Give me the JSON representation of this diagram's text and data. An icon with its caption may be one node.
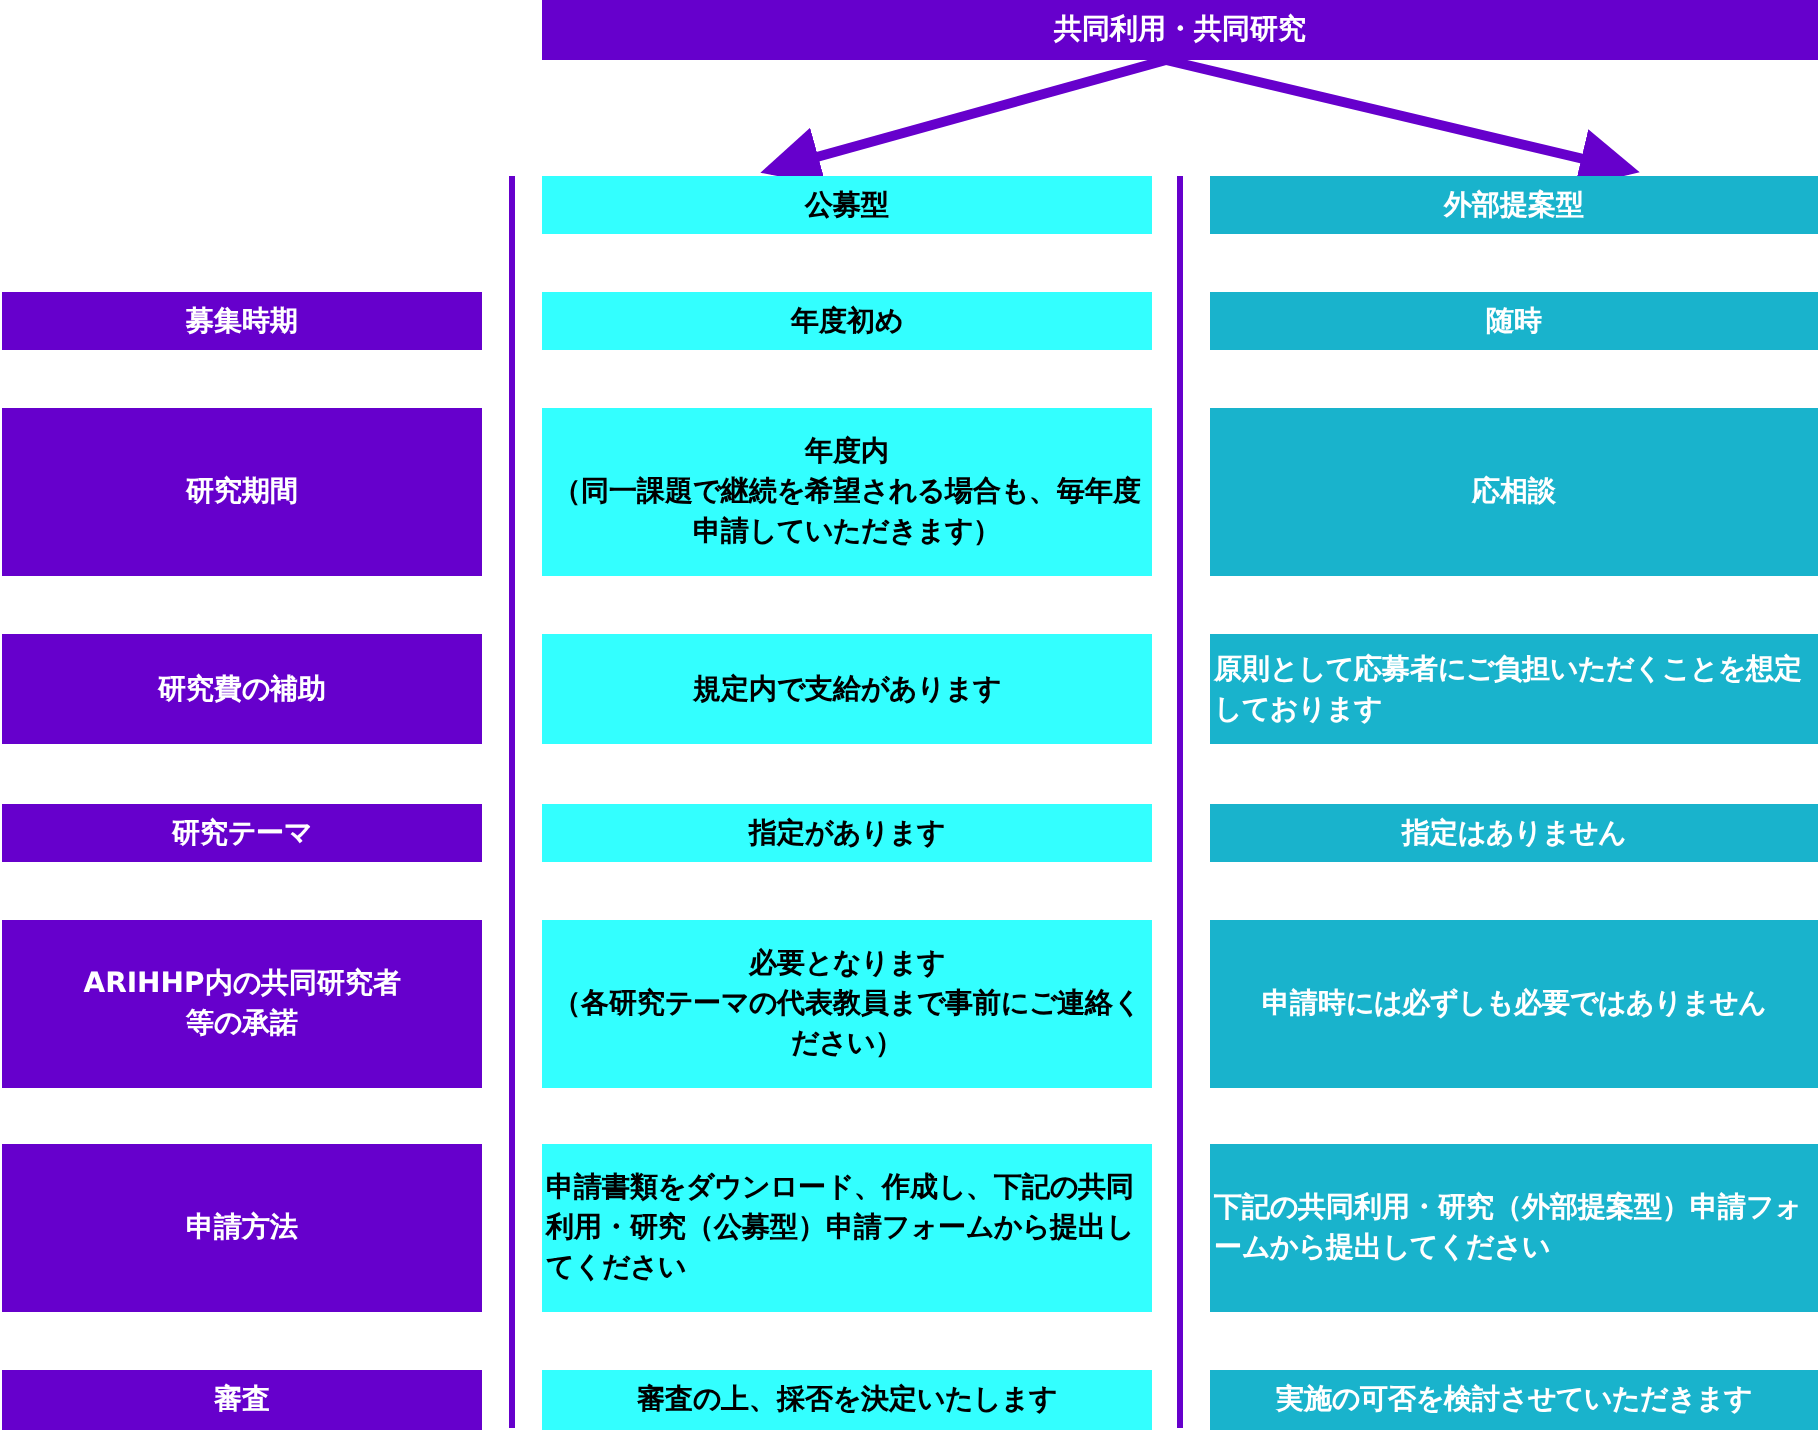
{
  "diagram": {
    "nodes": [
      {
        "text": [
          "共同利用・共同研究"
        ]
      },
      {
        "text": [
          "公募型"
        ]
      },
      {
        "text": [
          "外部提案型"
        ]
      },
      {
        "text": [
          "募集時期"
        ]
      },
      {
        "text": [
          "年度初め"
        ]
      },
      {
        "text": [
          "随時"
        ]
      },
      {
        "text": [
          "研究期間"
        ]
      },
      {
        "text": [
          "年度内",
          "（同一課題で継続を希望される場合も、毎年度申請していただきます）"
        ]
      },
      {
        "text": [
          "応相談"
        ]
      },
      {
        "text": [
          "研究費の補助"
        ]
      },
      {
        "text": [
          "規定内で支給があります"
        ]
      },
      {
        "text": [
          "原則として応募者にご負担いただくことを想定しております"
        ]
      },
      {
        "text": [
          "研究テーマ"
        ]
      },
      {
        "text": [
          "指定があります"
        ]
      },
      {
        "text": [
          "指定はありません"
        ]
      },
      {
        "text": [
          "ARIHHP内の共同研究者等の承諾"
        ]
      },
      {
        "text": [
          "必要となります",
          "（各研究テーマの代表教員まで事前にご連絡ください）"
        ]
      },
      {
        "text": [
          "申請時には必ずしも必要ではありません"
        ]
      },
      {
        "text": [
          "申請方法"
        ]
      },
      {
        "text": [
          "申請書類をダウンロード、作成し、下記の共同利用・研究（公募型）申請フォームから提出してください"
        ]
      },
      {
        "text": [
          "下記の共同利用・研究（外部提案型）申請フォームから提出してください"
        ]
      },
      {
        "text": [
          "審査"
        ]
      },
      {
        "text": [
          "審査の上、採否を決定いたします"
        ]
      },
      {
        "text": [
          "実施の可否を検討させていただきます"
        ]
      }
    ],
    "edges": [
      {
        "from": 0,
        "to": 1,
        "arrow": "to"
      },
      {
        "from": 0,
        "to": 2,
        "arrow": "to"
      }
    ]
  }
}
